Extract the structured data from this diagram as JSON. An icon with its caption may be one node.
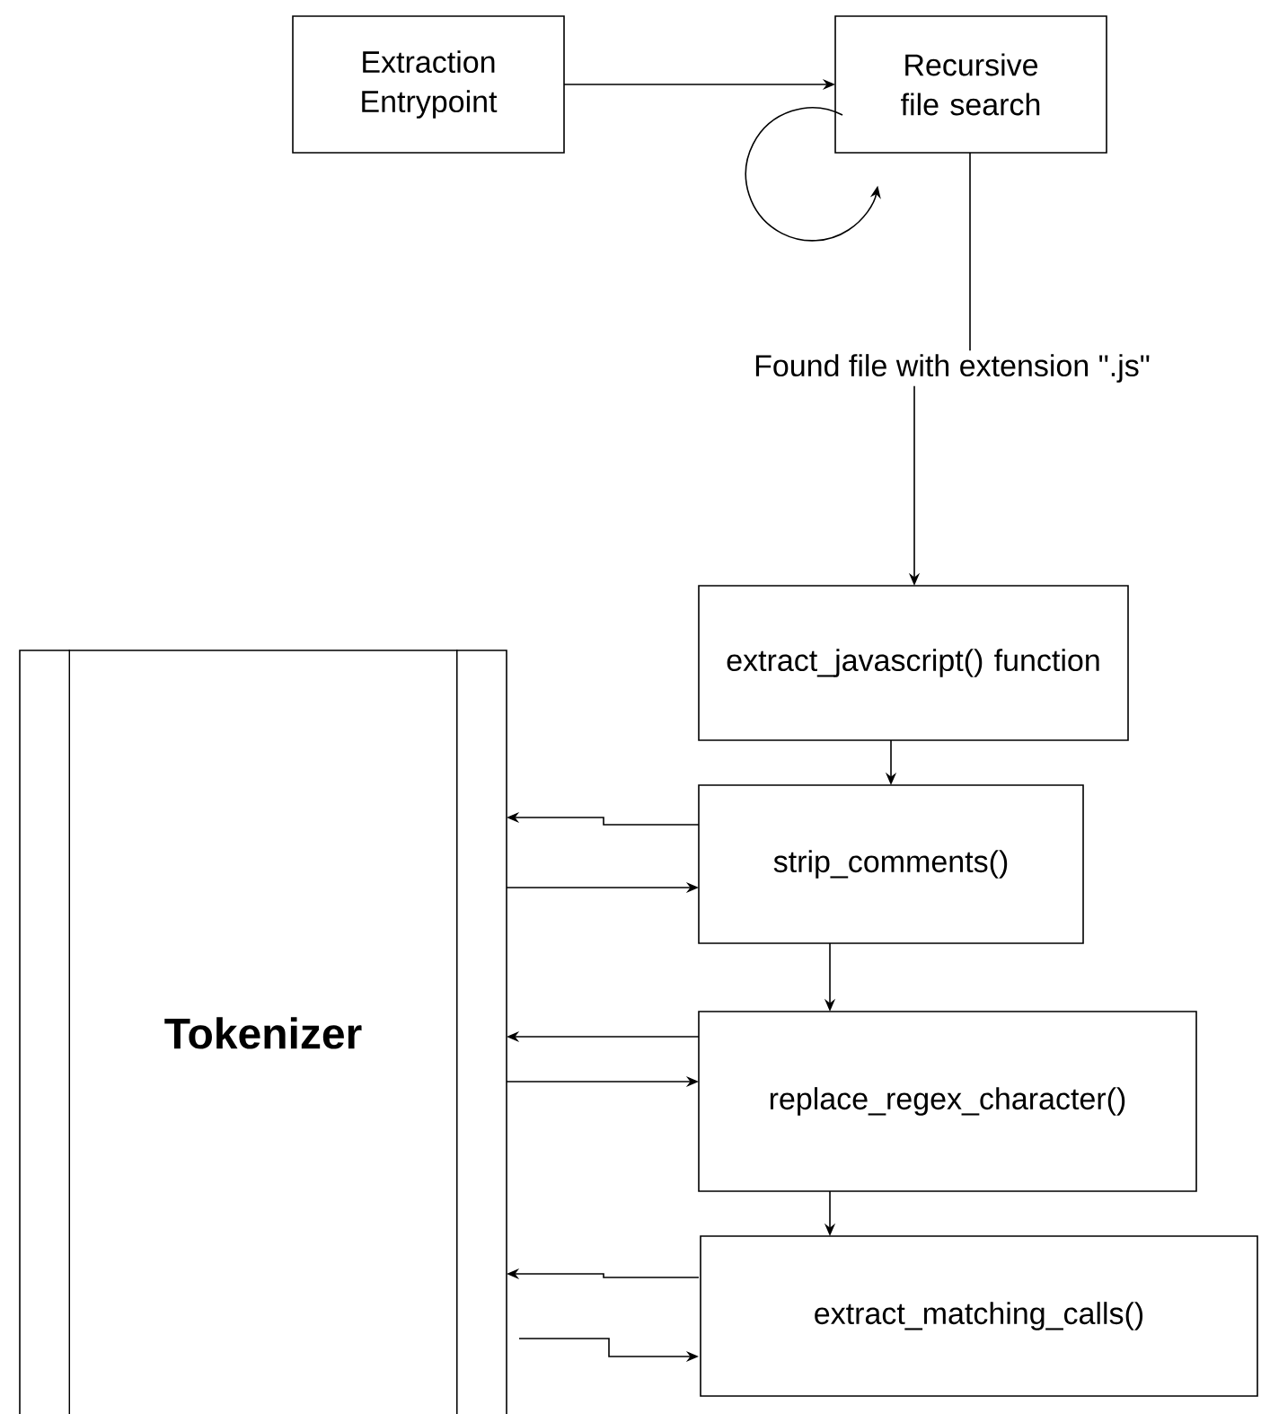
{
  "diagram": {
    "nodes": [
      {
        "text": [
          "Extraction Entrypoint"
        ]
      },
      {
        "text": [
          "Recursive file search"
        ]
      },
      {
        "text": [
          "extract_javascript() function"
        ]
      },
      {
        "text": [
          "strip_comments()"
        ]
      },
      {
        "text": [
          "replace_regex_character()"
        ]
      },
      {
        "text": [
          "extract_matching_calls()"
        ]
      },
      {
        "text": [
          "Tokenizer"
        ]
      }
    ],
    "edges": [
      {
        "from": 0,
        "to": 1,
        "arrow": "to"
      },
      {
        "from": 1,
        "to": 1,
        "arrow": "to"
      },
      {
        "from": 1,
        "to": 2,
        "arrow": "to",
        "label": "Found file with extension \".js\""
      },
      {
        "from": 2,
        "to": 3,
        "arrow": "to"
      },
      {
        "from": 3,
        "to": 4,
        "arrow": "to"
      },
      {
        "from": 4,
        "to": 5,
        "arrow": "to"
      },
      {
        "from": 3,
        "to": 6,
        "arrow": "to"
      },
      {
        "from": 6,
        "to": 3,
        "arrow": "to"
      },
      {
        "from": 4,
        "to": 6,
        "arrow": "to"
      },
      {
        "from": 6,
        "to": 4,
        "arrow": "to"
      },
      {
        "from": 5,
        "to": 6,
        "arrow": "to"
      },
      {
        "from": 6,
        "to": 5,
        "arrow": "to"
      }
    ]
  }
}
